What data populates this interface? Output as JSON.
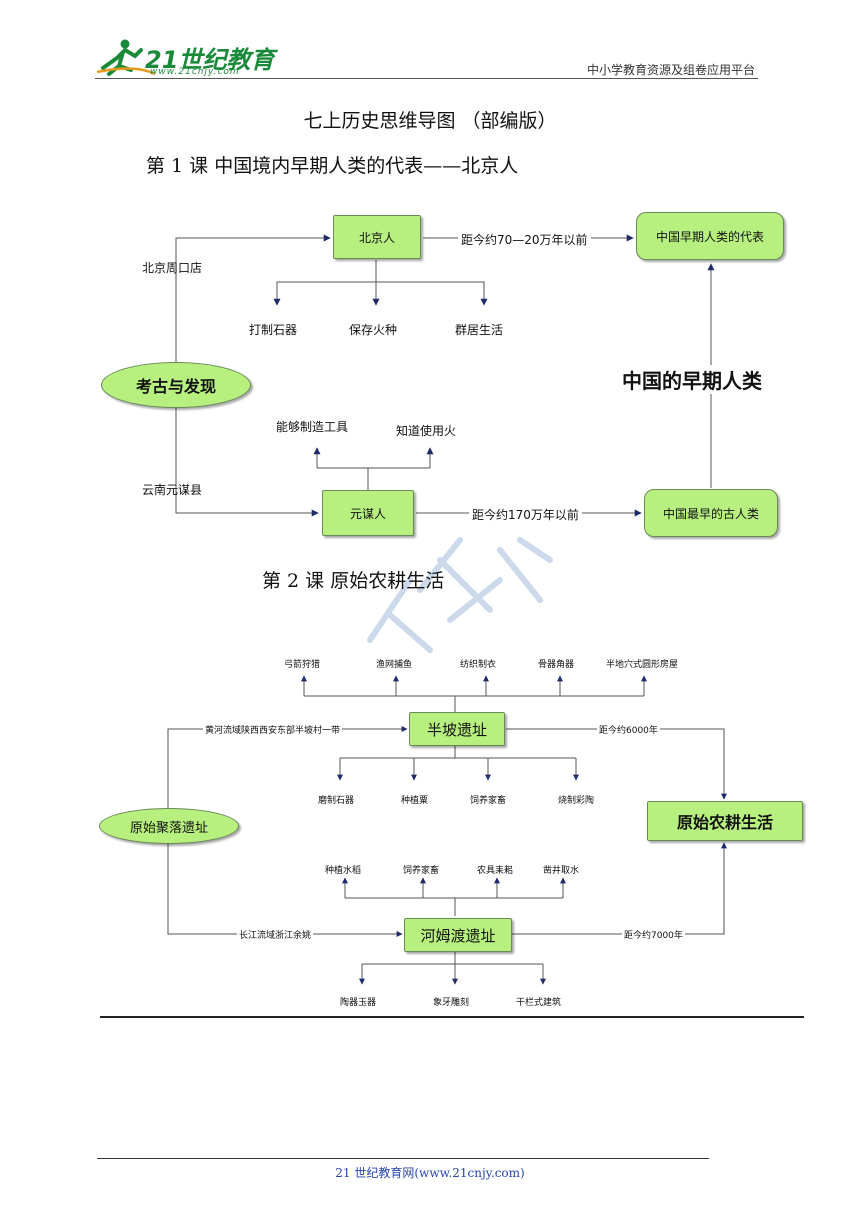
{
  "header": {
    "logo_text": "21世纪教育",
    "logo_url": "www.21cnjy.com",
    "platform": "中小学教育资源及组卷应用平台"
  },
  "doc_title": "七上历史思维导图  （部编版）",
  "lesson1": {
    "title": "第 1 课   中国境内早期人类的代表——北京人",
    "diagram": {
      "beijing_man": "北京人",
      "beijing_dist": "距今约70—20万年以前",
      "early_rep": "中国早期人类的代表",
      "zhoukoudian": "北京周口店",
      "beijing_traits": [
        "打制石器",
        "保存火种",
        "群居生活"
      ],
      "archaeology": "考古与发现",
      "early_humans": "中国的早期人类",
      "yuanmou_traits": [
        "能够制造工具",
        "知道使用火"
      ],
      "yunnan": "云南元谋县",
      "yuanmou_man": "元谋人",
      "yuanmou_dist": "距今约170万年以前",
      "earliest": "中国最早的古人类"
    }
  },
  "lesson2": {
    "title": "第 2 课   原始农耕生活",
    "diagram": {
      "banpo_top": [
        "弓箭狩猎",
        "渔网捕鱼",
        "纺织制衣",
        "骨器角器",
        "半地穴式圆形房屋"
      ],
      "banpo_loc": "黄河流域陕西西安东部半坡村一带",
      "banpo": "半坡遗址",
      "banpo_dist": "距今约6000年",
      "banpo_bottom": [
        "磨制石器",
        "种植粟",
        "饲养家畜",
        "烧制彩陶"
      ],
      "settlements": "原始聚落遗址",
      "farming": "原始农耕生活",
      "hemudu_top": [
        "种植水稻",
        "饲养家畜",
        "农具耒耜",
        "凿井取水"
      ],
      "hemudu_loc": "长江流域浙江余姚",
      "hemudu": "河姆渡遗址",
      "hemudu_dist": "距今约7000年",
      "hemudu_bottom": [
        "陶器玉器",
        "象牙雕刻",
        "干栏式建筑"
      ]
    }
  },
  "footer": {
    "site": "21 世纪教育网(www.21cnjy.com)"
  },
  "colors": {
    "node_fill": "#b7f07f",
    "arrow": "#1f2a6b",
    "logo": "#1a8a3a",
    "footer_link": "#2a45b0"
  }
}
